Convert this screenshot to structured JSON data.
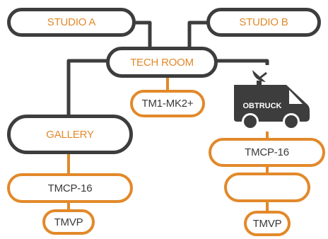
{
  "nodes": {
    "studio_a": "STUDIO A",
    "studio_b": "STUDIO B",
    "tech_room": "TECH ROOM",
    "tm1": "TM1-MK2+",
    "gallery": "GALLERY",
    "tmcp_left": "TMCP-16",
    "tmvp_left": "TMVP",
    "ob_truck": "OBTRUCK",
    "tmcp_right": "TMCP-16",
    "empty_box": "",
    "tmvp_right": "TMVP"
  },
  "colors": {
    "dark": "#3d3d3d",
    "orange": "#e2892a"
  }
}
